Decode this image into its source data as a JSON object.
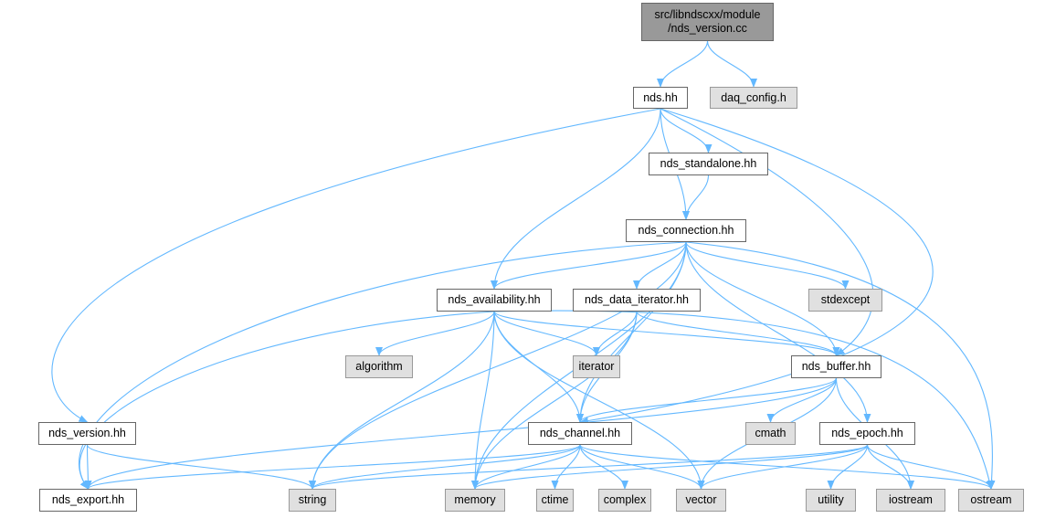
{
  "graph": {
    "title": "include dependency graph",
    "colors": {
      "edge": "#63b8ff",
      "root_fill": "#999999",
      "external_fill": "#e0e0e0",
      "internal_fill": "#ffffff"
    },
    "nodes": {
      "root": {
        "label": "src/libndscxx/module\n/nds_version.cc",
        "kind": "root"
      },
      "nds_hh": {
        "label": "nds.hh",
        "kind": "internal"
      },
      "daq_config": {
        "label": "daq_config.h",
        "kind": "external"
      },
      "nds_standalone": {
        "label": "nds_standalone.hh",
        "kind": "internal"
      },
      "nds_connection": {
        "label": "nds_connection.hh",
        "kind": "internal"
      },
      "nds_availability": {
        "label": "nds_availability.hh",
        "kind": "internal"
      },
      "nds_data_iterator": {
        "label": "nds_data_iterator.hh",
        "kind": "internal"
      },
      "stdexcept": {
        "label": "stdexcept",
        "kind": "external"
      },
      "algorithm": {
        "label": "algorithm",
        "kind": "external"
      },
      "iterator": {
        "label": "iterator",
        "kind": "external"
      },
      "nds_buffer": {
        "label": "nds_buffer.hh",
        "kind": "internal"
      },
      "nds_version": {
        "label": "nds_version.hh",
        "kind": "internal"
      },
      "nds_channel": {
        "label": "nds_channel.hh",
        "kind": "internal"
      },
      "cmath": {
        "label": "cmath",
        "kind": "external"
      },
      "nds_epoch": {
        "label": "nds_epoch.hh",
        "kind": "internal"
      },
      "nds_export": {
        "label": "nds_export.hh",
        "kind": "internal"
      },
      "string": {
        "label": "string",
        "kind": "external"
      },
      "memory": {
        "label": "memory",
        "kind": "external"
      },
      "ctime": {
        "label": "ctime",
        "kind": "external"
      },
      "complex": {
        "label": "complex",
        "kind": "external"
      },
      "vector": {
        "label": "vector",
        "kind": "external"
      },
      "utility": {
        "label": "utility",
        "kind": "external"
      },
      "iostream": {
        "label": "iostream",
        "kind": "external"
      },
      "ostream": {
        "label": "ostream",
        "kind": "external"
      }
    },
    "edges": [
      [
        "root",
        "nds_hh"
      ],
      [
        "root",
        "daq_config"
      ],
      [
        "nds_hh",
        "nds_version"
      ],
      [
        "nds_hh",
        "nds_standalone"
      ],
      [
        "nds_hh",
        "nds_connection"
      ],
      [
        "nds_hh",
        "nds_availability"
      ],
      [
        "nds_hh",
        "nds_buffer"
      ],
      [
        "nds_hh",
        "nds_channel"
      ],
      [
        "nds_standalone",
        "nds_connection"
      ],
      [
        "nds_connection",
        "nds_availability"
      ],
      [
        "nds_connection",
        "nds_data_iterator"
      ],
      [
        "nds_connection",
        "stdexcept"
      ],
      [
        "nds_connection",
        "nds_buffer"
      ],
      [
        "nds_connection",
        "nds_channel"
      ],
      [
        "nds_connection",
        "nds_epoch"
      ],
      [
        "nds_connection",
        "nds_export"
      ],
      [
        "nds_connection",
        "string"
      ],
      [
        "nds_connection",
        "memory"
      ],
      [
        "nds_connection",
        "ostream"
      ],
      [
        "nds_availability",
        "algorithm"
      ],
      [
        "nds_availability",
        "iterator"
      ],
      [
        "nds_availability",
        "nds_buffer"
      ],
      [
        "nds_availability",
        "nds_channel"
      ],
      [
        "nds_availability",
        "nds_export"
      ],
      [
        "nds_availability",
        "string"
      ],
      [
        "nds_availability",
        "memory"
      ],
      [
        "nds_availability",
        "vector"
      ],
      [
        "nds_availability",
        "ostream"
      ],
      [
        "nds_data_iterator",
        "iterator"
      ],
      [
        "nds_data_iterator",
        "nds_buffer"
      ],
      [
        "nds_data_iterator",
        "nds_channel"
      ],
      [
        "nds_data_iterator",
        "memory"
      ],
      [
        "nds_buffer",
        "nds_channel"
      ],
      [
        "nds_buffer",
        "cmath"
      ],
      [
        "nds_buffer",
        "nds_export"
      ],
      [
        "nds_buffer",
        "vector"
      ],
      [
        "nds_buffer",
        "iostream"
      ],
      [
        "nds_version",
        "nds_export"
      ],
      [
        "nds_version",
        "string"
      ],
      [
        "nds_channel",
        "nds_export"
      ],
      [
        "nds_channel",
        "string"
      ],
      [
        "nds_channel",
        "memory"
      ],
      [
        "nds_channel",
        "ctime"
      ],
      [
        "nds_channel",
        "complex"
      ],
      [
        "nds_channel",
        "vector"
      ],
      [
        "nds_channel",
        "ostream"
      ],
      [
        "nds_epoch",
        "string"
      ],
      [
        "nds_epoch",
        "memory"
      ],
      [
        "nds_epoch",
        "vector"
      ],
      [
        "nds_epoch",
        "utility"
      ],
      [
        "nds_epoch",
        "iostream"
      ],
      [
        "nds_epoch",
        "ostream"
      ]
    ]
  }
}
